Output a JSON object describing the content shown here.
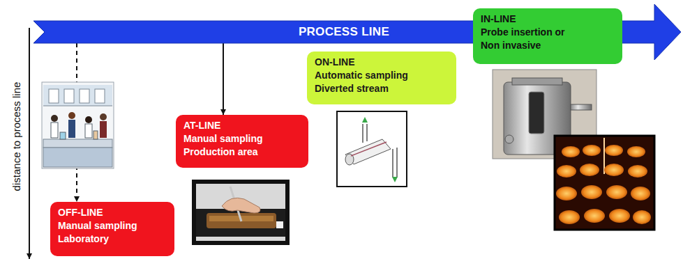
{
  "diagram": {
    "nodes": [
      {
        "text": [
          "PROCESS LINE"
        ]
      },
      {
        "text": [
          "OFF-LINE",
          "Manual sampling",
          "Laboratory"
        ]
      },
      {
        "text": [
          "AT-LINE",
          "Manual sampling",
          "Production area"
        ]
      },
      {
        "text": [
          "ON-LINE",
          "Automatic sampling",
          "Diverted stream"
        ]
      },
      {
        "text": [
          "IN-LINE",
          "Probe insertion or",
          "Non invasive"
        ]
      }
    ],
    "edges": [
      {
        "from": 0,
        "to": 1,
        "arrow": "to"
      },
      {
        "from": 0,
        "to": 2,
        "arrow": "to"
      }
    ],
    "labels": [
      "distance to process line"
    ]
  }
}
